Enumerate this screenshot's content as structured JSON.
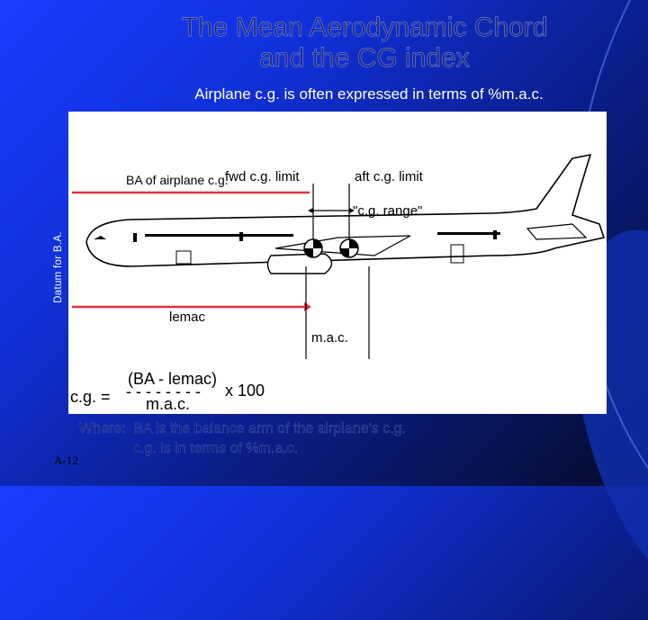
{
  "slide": {
    "title_line1": "The Mean Aerodynamic Chord",
    "title_line2": "and the CG index",
    "subtitle": "Airplane c.g. is often expressed in terms of %m.a.c.",
    "datum_label": "Datum for B.A.",
    "slide_number": "A-12"
  },
  "figure": {
    "ba_label": "BA of airplane c.g.",
    "fwd_limit": "fwd c.g. limit",
    "aft_limit": "aft c.g. limit",
    "cg_range": "\"c.g. range\"",
    "lemac": "lemac",
    "mac": "m.a.c.",
    "formula_lhs": "c.g. =",
    "formula_num": "(BA - lemac)",
    "formula_den": "m.a.c.",
    "formula_mult": "x 100"
  },
  "footer": {
    "where": "Where:",
    "line1": "BA is the balance arm of the airplane’s c.g.",
    "line2": "c.g. is in terms of  %m.a.c."
  },
  "colors": {
    "background": "#1030d8",
    "datum": "#e0323c",
    "title": "#1b2a80"
  }
}
